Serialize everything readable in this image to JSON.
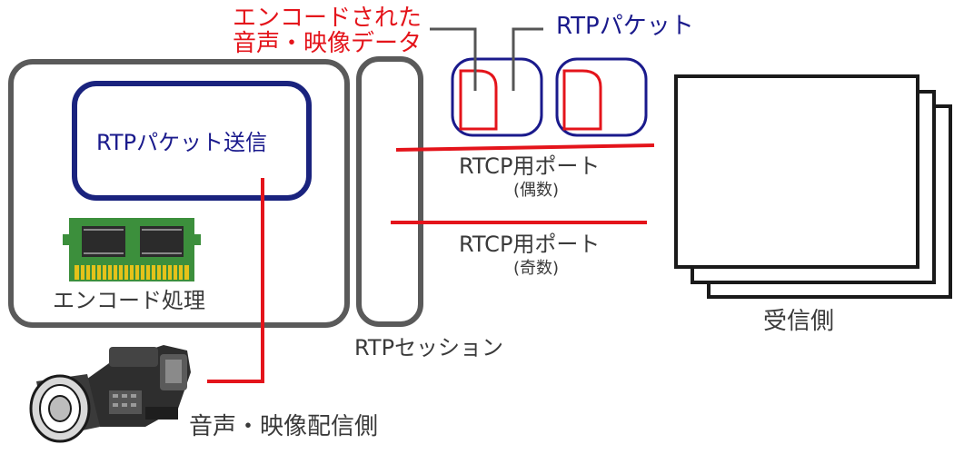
{
  "labels": {
    "encoded_data_line1": "エンコードされた",
    "encoded_data_line2": "音声・映像データ",
    "rtp_packet": "RTPパケット",
    "rtp_packet_send": "RTPパケット送信",
    "encode_process": "エンコード処理",
    "rtp_session": "RTPセッション",
    "rtcp_port_even": "RTCP用ポート",
    "rtcp_port_even_sub": "(偶数)",
    "rtcp_port_odd": "RTCP用ポート",
    "rtcp_port_odd_sub": "(奇数)",
    "receiver_side": "受信側",
    "sender_side": "音声・映像配信側"
  },
  "colors": {
    "sender_frame": "#5a5a5a",
    "send_box": "#1a237e",
    "rtp_packet_outline": "#1a1a8c",
    "payload_outline": "#e4141b",
    "connector_line": "#e4141b",
    "callout_line": "#555555",
    "memory_board": "#3c8f3c",
    "memory_pins": "#e5c21a"
  },
  "icons": {
    "memory": "memory-module-icon",
    "camera": "video-camera-icon",
    "receiver": "stacked-screens-icon"
  }
}
